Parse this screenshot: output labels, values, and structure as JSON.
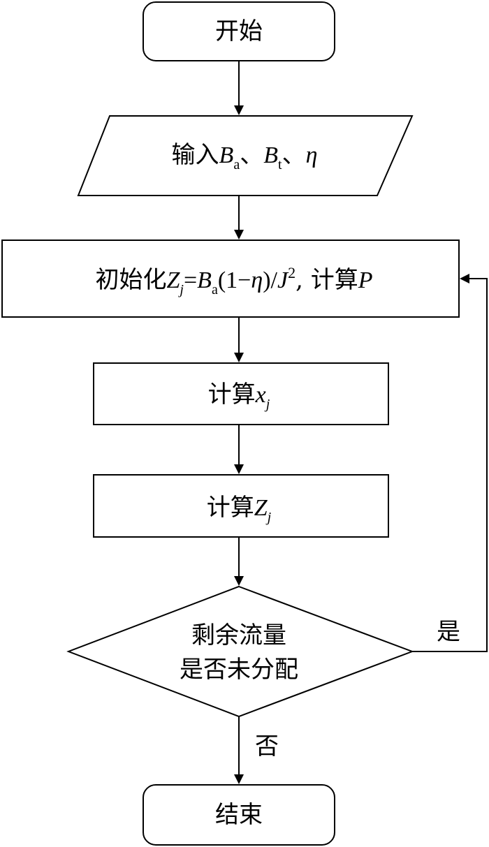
{
  "nodes": {
    "start": "开始",
    "input": {
      "prefix": "输入",
      "b": "B",
      "b_sub_a": "a",
      "sep": "、",
      "b_sub_t": "t",
      "eta": "η"
    },
    "init": {
      "prefix": "初始化",
      "z": "Z",
      "z_sub": "j",
      "eq": "=",
      "b": "B",
      "b_sub": "a",
      "paren_open": "(1−",
      "eta": "η",
      "paren_close": ")/",
      "j": "J",
      "j_sup": "2",
      "comma": ", 计算",
      "p": "P"
    },
    "calc_x": {
      "prefix": "计算",
      "x": "x",
      "sub": "j"
    },
    "calc_z": {
      "prefix": "计算",
      "z": "Z",
      "sub": "j"
    },
    "decision": {
      "line1": "剩余流量",
      "line2": "是否未分配"
    },
    "end": "结束"
  },
  "edges": {
    "yes": "是",
    "no": "否"
  }
}
